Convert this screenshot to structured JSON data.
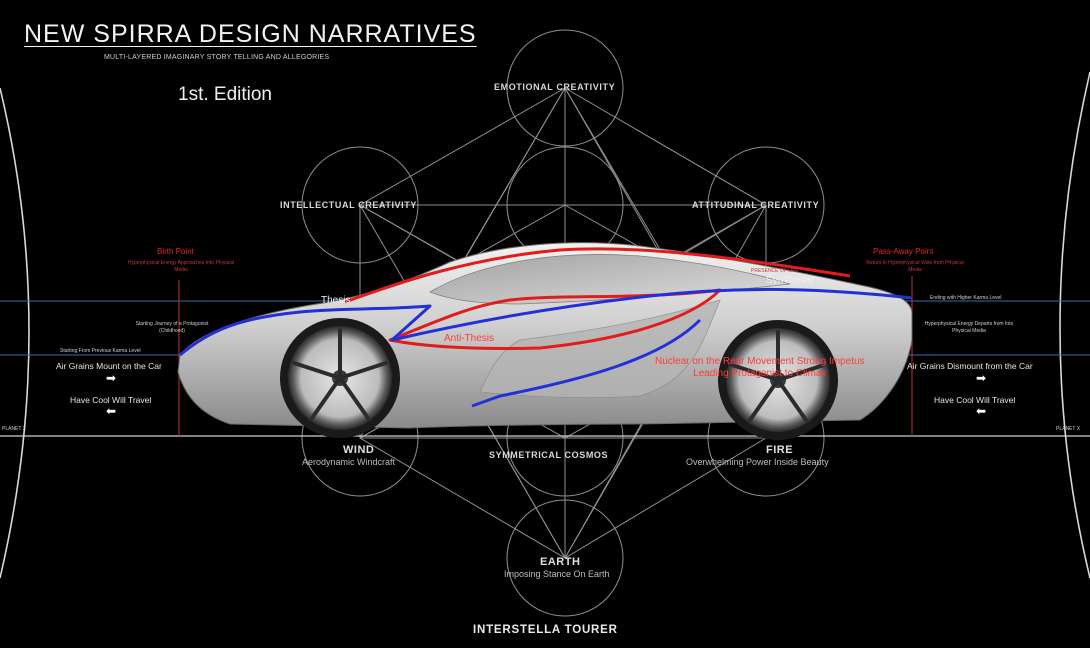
{
  "header": {
    "title": "NEW SPIRRA DESIGN NARRATIVES",
    "subtitle": "MULTI-LAYERED IMAGINARY STORY TELLING AND ALLEGORIES",
    "edition": "1st. Edition"
  },
  "cosmos": {
    "emotional": "EMOTIONAL CREATIVITY",
    "intellectual": "INTELLECTUAL CREATIVITY",
    "attitudinal": "ATTITUDINAL CREATIVITY",
    "symmetrical": "SYMMETRICAL COSMOS",
    "wind_title": "WIND",
    "wind_sub": "Aerodynamic Windcraft",
    "fire_title": "FIRE",
    "fire_sub": "Overwhelming Power Inside Beauty",
    "earth_title": "EARTH",
    "earth_sub": "Imposing Stance On Earth"
  },
  "narrative": {
    "birth_title": "Birth Point",
    "birth_sub": "Hyperphysical Energy Approaches Into Physical Media",
    "passaway_title": "Pass-Away Point",
    "passaway_sub": "Return to Hyperphysical Wide from Physical Media",
    "thesis": "Thesis",
    "antithesis": "Anti-Thesis",
    "synthesis": "SynThesis",
    "climax_line1": "Nuclear on the Rear Movement Strong Impetus",
    "climax_line2": "Leading Protagonist to Climax",
    "left_journey": "Starting Journey of a Protagonist (Childhood)",
    "left_karma": "Starting From Previous Karma Level",
    "right_karma": "Ending with Higher Karma Level",
    "right_departs": "Hyperphysical Energy Departs from Into Physical Media",
    "presence": "PRESENCE OF LIFE"
  },
  "sides": {
    "left_mount": "Air Grains Mount on the Car",
    "left_travel": "Have Cool Will Travel",
    "right_dismount": "Air Grains Dismount from the Car",
    "right_travel": "Have Cool Will Travel",
    "planet_left": "PLANET X",
    "planet_right": "PLANET X"
  },
  "footer": {
    "name": "INTERSTELLA TOURER"
  },
  "colors": {
    "background": "#000000",
    "geometry": "#bdbdbd",
    "red_line": "#e21c1c",
    "blue_line": "#2230d8",
    "guide_blue": "#2a6fa8"
  }
}
